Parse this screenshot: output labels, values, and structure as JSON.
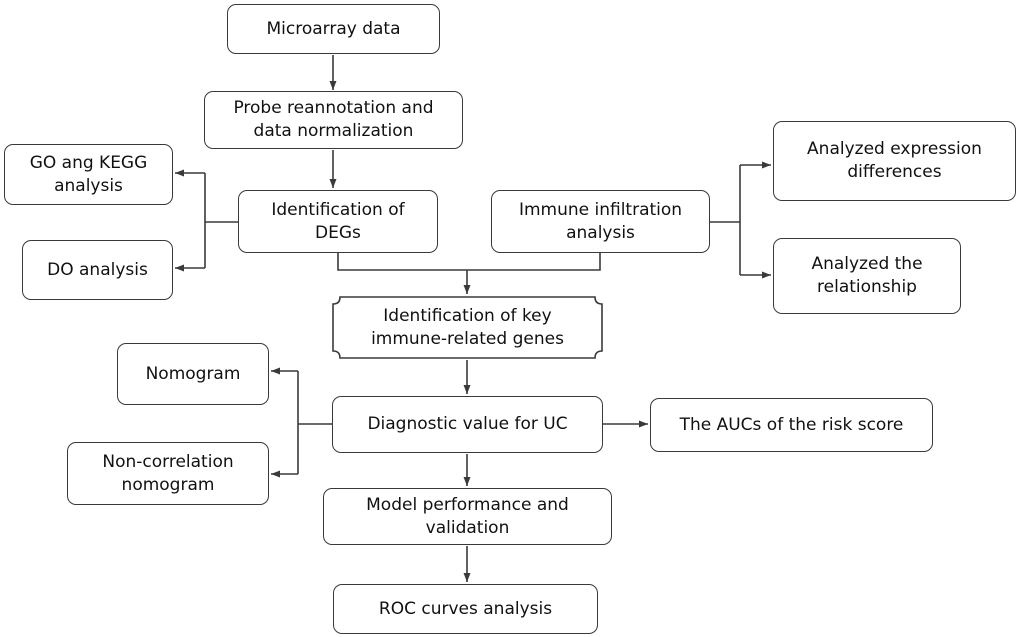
{
  "diagram": {
    "line_color": "#3a3a3a",
    "box_border_color": "#3a3a3a",
    "text_color": "#111111",
    "nodes": {
      "microarray": "Microarray data",
      "probe": "Probe reannotation and\ndata normalization",
      "go_kegg": "GO ang KEGG\nanalysis",
      "do_analysis": "DO analysis",
      "degs": "Identification of\nDEGs",
      "immune_infiltration": "Immune infiltration\nanalysis",
      "expression_diff": "Analyzed expression\ndifferences",
      "relationship": "Analyzed the\nrelationship",
      "key_genes": "Identification of key\nimmune-related genes",
      "nomogram": "Nomogram",
      "non_correlation": "Non-correlation\nnomogram",
      "diagnostic": "Diagnostic value for UC",
      "aucs": "The AUCs of the risk score",
      "model": "Model performance and\nvalidation",
      "roc": "ROC curves analysis"
    }
  }
}
